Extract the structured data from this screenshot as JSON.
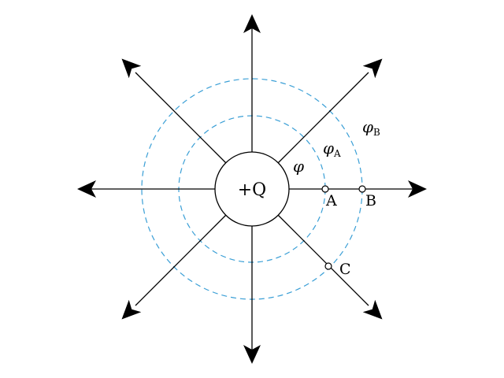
{
  "charge": {
    "label": "+Q"
  },
  "potentials": {
    "phi": "φ",
    "phi_a": "φ",
    "phi_a_sub": "A",
    "phi_b": "φ",
    "phi_b_sub": "B"
  },
  "points": {
    "a": "A",
    "b": "B",
    "c": "C"
  },
  "colors": {
    "field_line": "#000000",
    "equipotential": "#3a9fd6",
    "charge_fill": "#ffffff"
  }
}
